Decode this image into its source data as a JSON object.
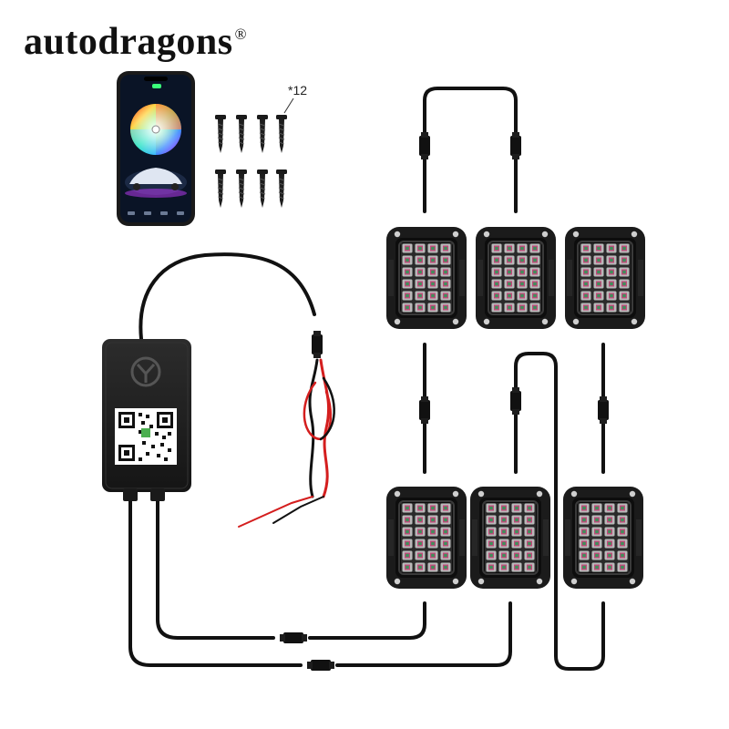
{
  "brand": {
    "name": "autodragons",
    "mark": "®"
  },
  "screws": {
    "count_label": "*12"
  },
  "colors": {
    "cable": "#111111",
    "red_wire": "#d41e1e",
    "housing": "#1b1b1b",
    "led_red": "#c4477a",
    "led_green": "#3f8f5b",
    "phone_screen": "#0a1426"
  },
  "icons": [
    "smartphone-app",
    "screw",
    "controller-box",
    "qr-code",
    "rock-light-pod",
    "connector"
  ]
}
